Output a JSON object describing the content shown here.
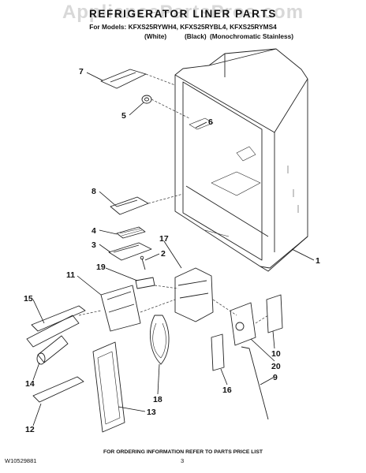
{
  "watermark": "AppliancePartsPros.com",
  "header": {
    "title": "REFRIGERATOR LINER PARTS",
    "models": "For Models: KFXS25RYWH4, KFXS25RYBL4, KFXS25RYMS4",
    "variants": [
      "(White)",
      "(Black)",
      "(Monochromatic Stainless)"
    ]
  },
  "callouts": [
    "7",
    "5",
    "6",
    "8",
    "4",
    "3",
    "17",
    "2",
    "1",
    "19",
    "11",
    "15",
    "14",
    "16",
    "10",
    "20",
    "9",
    "18",
    "13",
    "12"
  ],
  "footer": {
    "doc_number": "W10529881",
    "ordering_note": "FOR ORDERING INFORMATION REFER TO PARTS PRICE LIST",
    "page": "3"
  }
}
